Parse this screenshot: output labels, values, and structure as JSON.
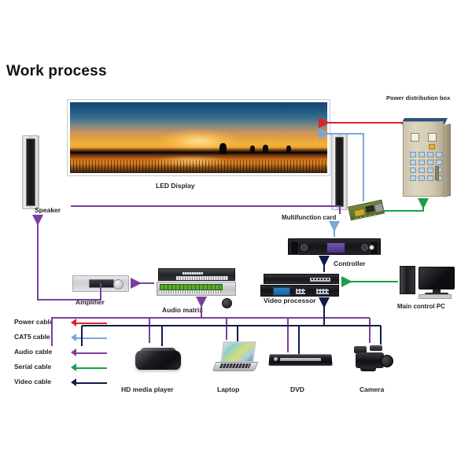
{
  "page": {
    "title": "Work process",
    "background": "#ffffff"
  },
  "diagram": {
    "name": "LED display system work process",
    "nodes": [
      {
        "id": "led-display",
        "label": "LED Display",
        "type": "display"
      },
      {
        "id": "speaker-left",
        "label": "Speaker",
        "type": "speaker"
      },
      {
        "id": "speaker-right",
        "label": "",
        "type": "speaker"
      },
      {
        "id": "power-distribution-box",
        "label": "Power distribution box",
        "type": "cabinet"
      },
      {
        "id": "multifunction-card",
        "label": "Multifunction card",
        "type": "card"
      },
      {
        "id": "controller",
        "label": "Controller",
        "type": "rack-unit"
      },
      {
        "id": "video-processor",
        "label": "Video processor",
        "type": "rack-unit"
      },
      {
        "id": "audio-matrix",
        "label": "Audio  matrix",
        "type": "rack-unit"
      },
      {
        "id": "amplifier",
        "label": "Amplifier",
        "type": "rack-unit"
      },
      {
        "id": "main-control-pc",
        "label": "Main control PC",
        "type": "computer"
      },
      {
        "id": "hd-media-player",
        "label": "HD media player",
        "type": "source"
      },
      {
        "id": "laptop",
        "label": "Laptop",
        "type": "source"
      },
      {
        "id": "dvd",
        "label": "DVD",
        "type": "source"
      },
      {
        "id": "camera",
        "label": "Camera",
        "type": "source"
      }
    ]
  },
  "legend": {
    "title": "",
    "items": [
      {
        "label": "Power cable",
        "color": "#d8252a"
      },
      {
        "label": "CAT5 cable",
        "color": "#7ba7d7"
      },
      {
        "label": "Audio cable",
        "color": "#7a3f9d"
      },
      {
        "label": "Serial cable",
        "color": "#17a04a"
      },
      {
        "label": "Video cable",
        "color": "#121a4a"
      }
    ]
  },
  "colors": {
    "power": "#d8252a",
    "cat5": "#7ba7d7",
    "audio": "#7a3f9d",
    "serial": "#17a04a",
    "video": "#121a4a",
    "text": "#231f20"
  }
}
